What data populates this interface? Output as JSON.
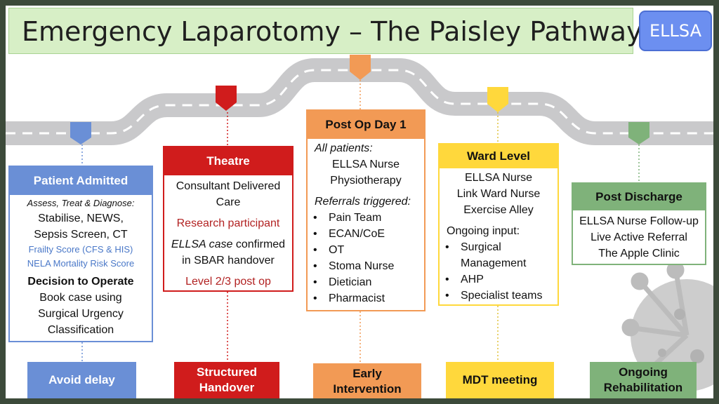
{
  "title": "Emergency Laparotomy – The Paisley Pathway",
  "badge": "ELLSA",
  "colors": {
    "blue": "#6a8fd6",
    "red": "#d01c1c",
    "orange": "#f29a55",
    "yellow": "#ffd83c",
    "green": "#7fb27a",
    "road": "#c9c9cb",
    "title_bg": "#d7efc6"
  },
  "stages": {
    "admitted": {
      "header": "Patient Admitted",
      "subtitle": "Assess, Treat & Diagnose:",
      "l1": "Stabilise, NEWS,",
      "l2": "Sepsis Screen, CT",
      "l3": "Frailty Score (CFS & HIS)",
      "l4": "NELA Mortality Risk Score",
      "l5": "Decision to Operate",
      "l6": "Book case using",
      "l7": "Surgical Urgency",
      "l8": "Classification",
      "label": "Avoid delay"
    },
    "theatre": {
      "header": "Theatre",
      "l1": "Consultant Delivered",
      "l2": "Care",
      "l3": "Research participant",
      "l4a": "ELLSA case",
      "l4b": " confirmed",
      "l5": "in SBAR handover",
      "l6": "Level 2/3 post op",
      "label1": "Structured",
      "label2": "Handover"
    },
    "postop": {
      "header": "Post Op Day 1",
      "all": "All patients:",
      "a1": "ELLSA Nurse",
      "a2": "Physiotherapy",
      "ref": "Referrals triggered:",
      "items": [
        "Pain Team",
        "ECAN/CoE",
        "OT",
        "Stoma Nurse",
        "Dietician",
        "Pharmacist"
      ],
      "label1": "Early",
      "label2": "Intervention"
    },
    "ward": {
      "header": "Ward Level",
      "l1": "ELLSA Nurse",
      "l2": "Link Ward Nurse",
      "l3": "Exercise Alley",
      "ongoing": "Ongoing input:",
      "i1a": "Surgical",
      "i1b": "Management",
      "i2": "AHP",
      "i3": "Specialist teams",
      "label": "MDT meeting"
    },
    "discharge": {
      "header": "Post Discharge",
      "l1": "ELLSA Nurse Follow-up",
      "l2": "Live Active Referral",
      "l3": "The Apple Clinic",
      "label1": "Ongoing",
      "label2": "Rehabilitation"
    }
  }
}
